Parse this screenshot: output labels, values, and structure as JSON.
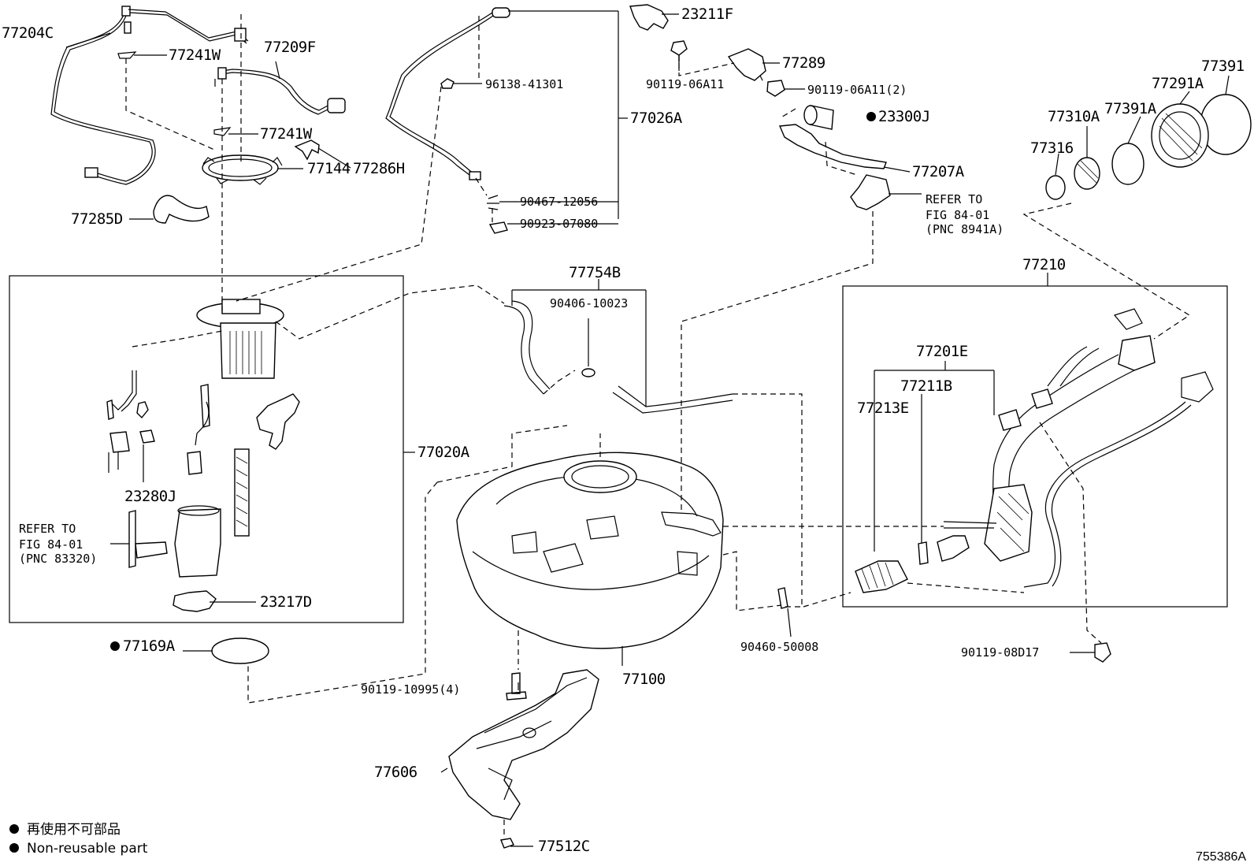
{
  "labels": {
    "p77204C": "77204C",
    "p77241W_a": "77241W",
    "p77209F": "77209F",
    "p77241W_b": "77241W",
    "p77286H": "77286H",
    "p77144": "77144",
    "p77285D": "77285D",
    "p96138": "96138-41301",
    "p77026A": "77026A",
    "p90467": "90467-12056",
    "p90923": "90923-07080",
    "p23211F": "23211F",
    "p77289": "77289",
    "p90119_06A11": "90119-06A11",
    "p90119_06A11_2": "90119-06A11(2)",
    "p23300J": "23300J",
    "p77207A": "77207A",
    "refer1_a": "REFER TO",
    "refer1_b": "FIG 84-01",
    "refer1_c": "(PNC 8941A)",
    "p77391": "77391",
    "p77291A": "77291A",
    "p77391A": "77391A",
    "p77310A": "77310A",
    "p77316": "77316",
    "p77210": "77210",
    "p77754B": "77754B",
    "p90406": "90406-10023",
    "p77201E": "77201E",
    "p77211B": "77211B",
    "p77213E": "77213E",
    "p77020A": "77020A",
    "p23280J": "23280J",
    "refer2_a": "REFER TO",
    "refer2_b": "FIG 84-01",
    "refer2_c": "(PNC 83320)",
    "p23217D": "23217D",
    "p77169A": "77169A",
    "p90119_10995": "90119-10995(4)",
    "p77100": "77100",
    "p90460": "90460-50008",
    "p90119_08D17": "90119-08D17",
    "p77606": "77606",
    "p77512C": "77512C"
  },
  "legend": {
    "line1": "再使用不可部品",
    "line2": "Non-reusable part"
  },
  "figure_id": "755386A"
}
